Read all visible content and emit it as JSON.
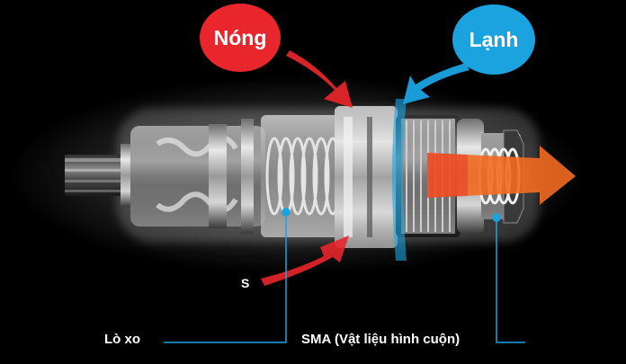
{
  "bubbles": {
    "hot": {
      "label": "Nóng",
      "color": "#e8262b"
    },
    "cold": {
      "label": "Lạnh",
      "color": "#1ba3e0"
    }
  },
  "labels": {
    "spring": "Lò xo",
    "sma": "SMA (Vật liệu hình cuộn)",
    "partial": "S"
  },
  "colors": {
    "hot_flow": "#e8262b",
    "cold_flow": "#1ba3e0",
    "mixed_flow": "#f26a21",
    "background": "#000000"
  }
}
